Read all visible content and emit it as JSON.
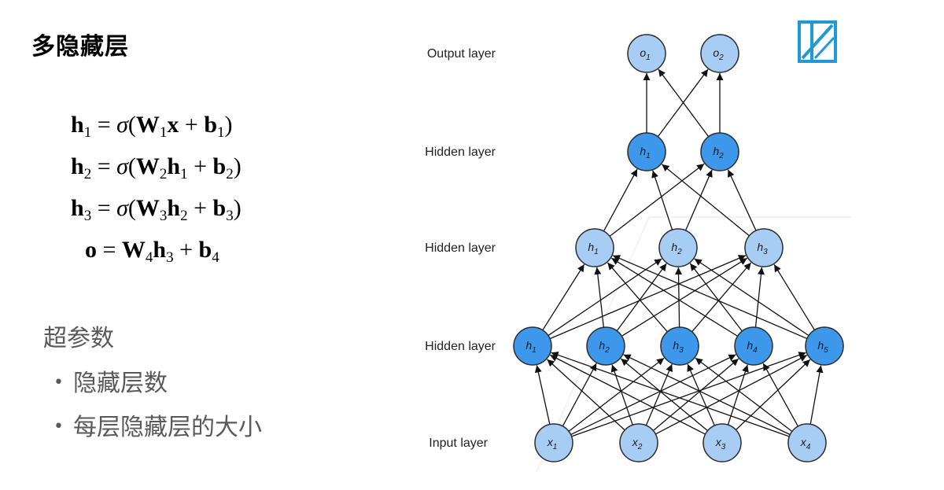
{
  "title": "多隐藏层",
  "equations": [
    {
      "lhs": "h",
      "lhs_sub": "1",
      "rhs": "σ(W₁x + b₁)"
    },
    {
      "lhs": "h",
      "lhs_sub": "2",
      "rhs": "σ(W₂h₁ + b₂)"
    },
    {
      "lhs": "h",
      "lhs_sub": "3",
      "rhs": "σ(W₃h₂ + b₃)"
    },
    {
      "lhs": "o",
      "lhs_sub": "",
      "rhs": "W₄h₃ + b₄"
    }
  ],
  "hyperparams": {
    "heading": "超参数",
    "items": [
      "隐藏层数",
      "每层隐藏层的大小"
    ],
    "bullet": "•"
  },
  "diagram": {
    "layers": [
      {
        "label": "Output layer",
        "prefix": "o",
        "count": 2,
        "color": "#a8cdf5"
      },
      {
        "label": "Hidden layer",
        "prefix": "h",
        "count": 2,
        "color": "#3d97ea"
      },
      {
        "label": "Hidden layer",
        "prefix": "h",
        "count": 3,
        "color": "#a8cdf5"
      },
      {
        "label": "Hidden layer",
        "prefix": "h",
        "count": 5,
        "color": "#3d97ea"
      },
      {
        "label": "Input layer",
        "prefix": "x",
        "count": 4,
        "color": "#a8cdf5"
      }
    ],
    "logo_color": "#1f9ad6"
  }
}
